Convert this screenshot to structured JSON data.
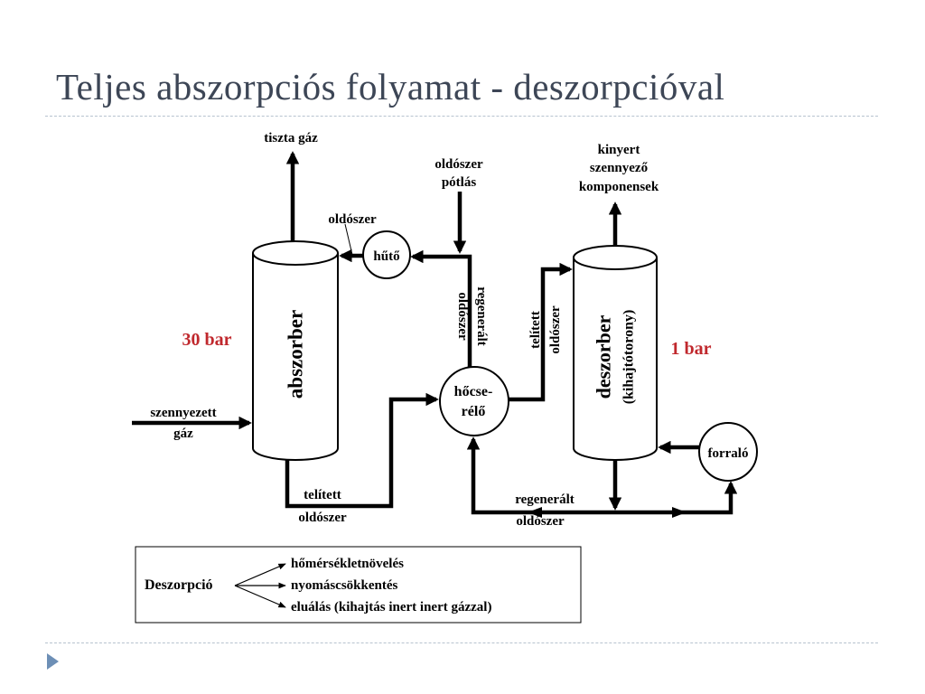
{
  "slide": {
    "title": "Teljes abszorpciós folyamat - deszorpcióval"
  },
  "diagram": {
    "absorber_label": "abszorber",
    "desorber_label": "deszorber",
    "desorber_sublabel": "(kihajtótorony)",
    "absorber_pressure": "30 bar",
    "desorber_pressure": "1 bar",
    "clean_gas": "tiszta gáz",
    "solvent_makeup_line1": "oldószer",
    "solvent_makeup_line2": "pótlás",
    "solvent": "oldószer",
    "cooler": "hűtő",
    "extracted_line1": "kinyert",
    "extracted_line2": "szennyező",
    "extracted_line3": "komponensek",
    "regen_vertical_line1": "regenerált",
    "regen_vertical_line2": "oldószer",
    "saturated_vertical_line1": "telített",
    "saturated_vertical_line2": "oldószer",
    "exchanger_line1": "hőcse-",
    "exchanger_line2": "rélő",
    "polluted_gas_line1": "szennyezett",
    "polluted_gas_line2": "gáz",
    "reboiler": "forraló",
    "saturated_bottom_line1": "telített",
    "saturated_bottom_line2": "oldószer",
    "regen_bottom_line1": "regenerált",
    "regen_bottom_line2": "oldószer"
  },
  "legend": {
    "root": "Deszorpció",
    "items": [
      "hőmérsékletnövelés",
      "nyomáscsökkentés",
      "eluálás (kihajtás inert inert gázzal)"
    ]
  },
  "colors": {
    "title": "#3d4656",
    "pressure_label": "#c0282d",
    "rule": "#b7c3cf",
    "bullet": "#6d8fb6"
  }
}
